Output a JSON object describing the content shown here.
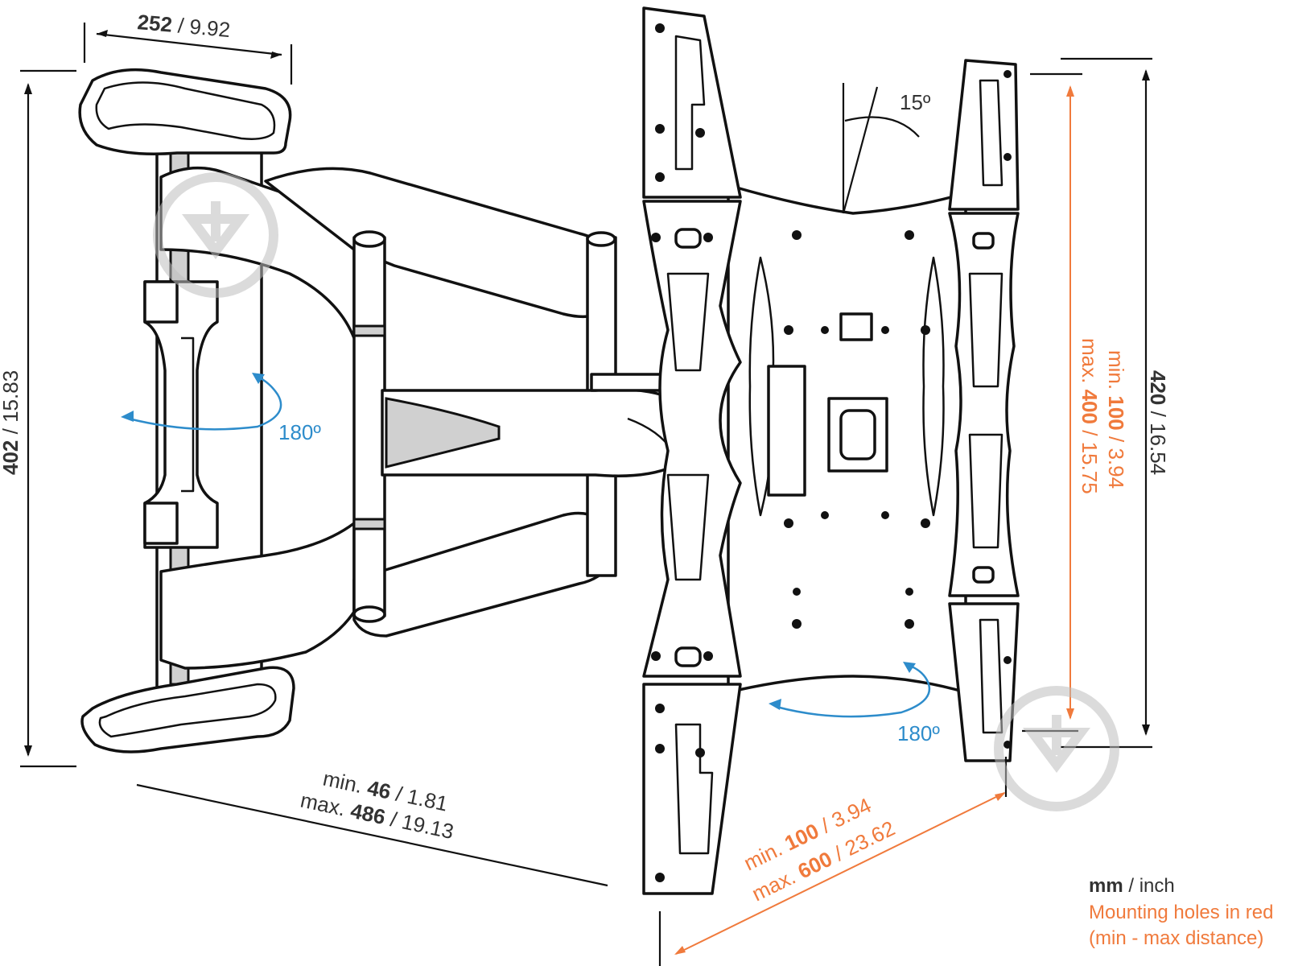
{
  "dimensions": {
    "top_width": {
      "mm": "252",
      "inch": "9.92"
    },
    "left_height": {
      "mm": "402",
      "inch": "15.83"
    },
    "depth_min_label": "min.",
    "depth_min": {
      "mm": "46",
      "inch": "1.81"
    },
    "depth_max_label": "max.",
    "depth_max": {
      "mm": "486",
      "inch": "19.13"
    },
    "right_height": {
      "mm": "420",
      "inch": "16.54"
    },
    "vesa_vertical_min_label": "min.",
    "vesa_vertical_min": {
      "mm": "100",
      "inch": "3.94"
    },
    "vesa_vertical_max_label": "max.",
    "vesa_vertical_max": {
      "mm": "400",
      "inch": "15.75"
    },
    "vesa_horizontal_min_label": "min.",
    "vesa_horizontal_min": {
      "mm": "100",
      "inch": "3.94"
    },
    "vesa_horizontal_max_label": "max.",
    "vesa_horizontal_max": {
      "mm": "600",
      "inch": "23.62"
    },
    "tilt": "15º",
    "swivel_arm": "180º",
    "swivel_plate": "180º"
  },
  "legend": {
    "unit_mm": "mm",
    "unit_sep": " / inch",
    "note_line1": "Mounting holes in red",
    "note_line2": "(min - max distance)"
  },
  "colors": {
    "dimension": "#333333",
    "mounting_holes": "#f07a3c",
    "rotation": "#2d8ccb"
  },
  "icons": [
    "watermark-download-icon"
  ]
}
